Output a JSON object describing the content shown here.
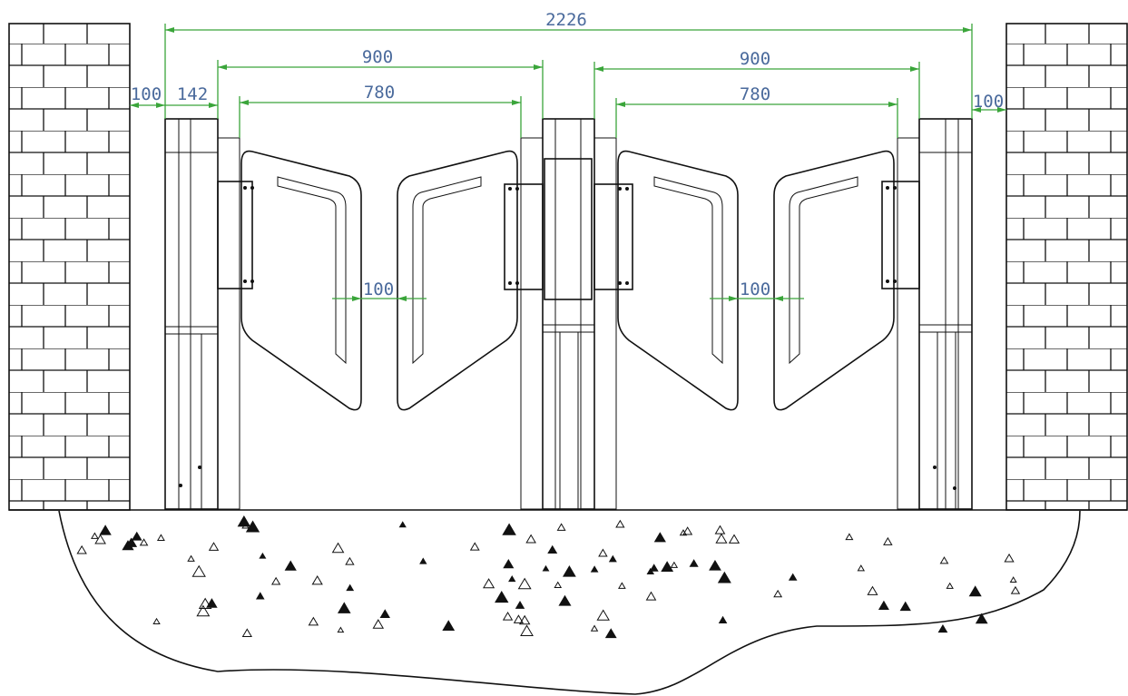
{
  "dimensions": {
    "total_width": "2226",
    "left_lane_width": "900",
    "right_lane_width": "900",
    "left_passage": "780",
    "right_passage": "780",
    "left_wall_gap": "100",
    "right_wall_gap": "100",
    "left_cabinet": "142",
    "left_wing_gap": "100",
    "right_wing_gap": "100"
  },
  "colors": {
    "dimension_line": "#3aa53a",
    "dimension_text": "#4a6a9c",
    "ink": "#111111"
  },
  "icons": {
    "left_wall": "brick-wall-icon",
    "right_wall": "brick-wall-icon",
    "ground": "concrete-ground-icon"
  }
}
